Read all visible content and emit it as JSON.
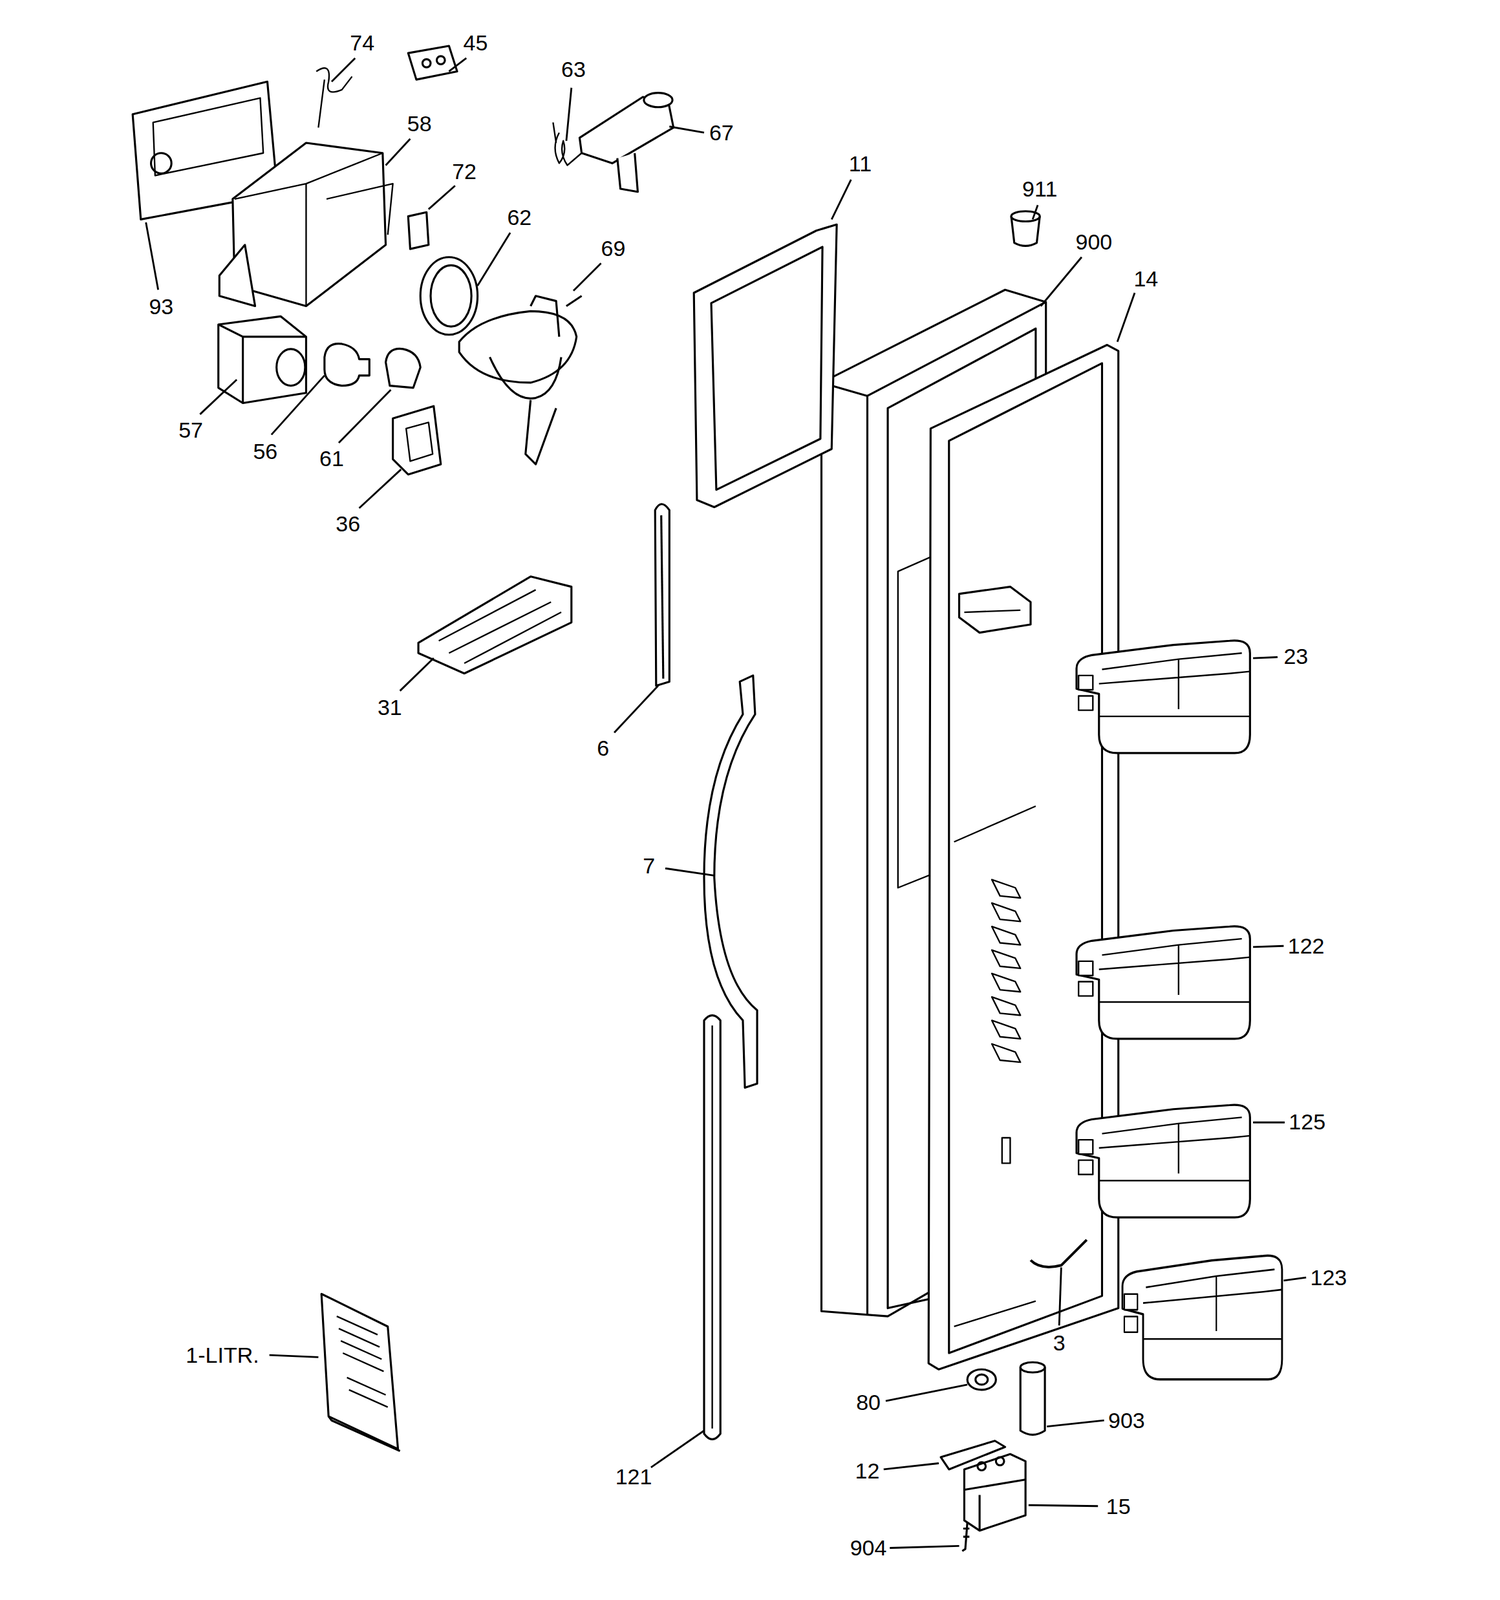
{
  "diagram": {
    "labels": [
      "74",
      "45",
      "63",
      "67",
      "58",
      "72",
      "11",
      "911",
      "900",
      "14",
      "62",
      "69",
      "93",
      "57",
      "56",
      "61",
      "36",
      "23",
      "31",
      "6",
      "7",
      "122",
      "125",
      "123",
      "3",
      "1-LITR.",
      "80",
      "903",
      "12",
      "15",
      "121",
      "904"
    ]
  }
}
